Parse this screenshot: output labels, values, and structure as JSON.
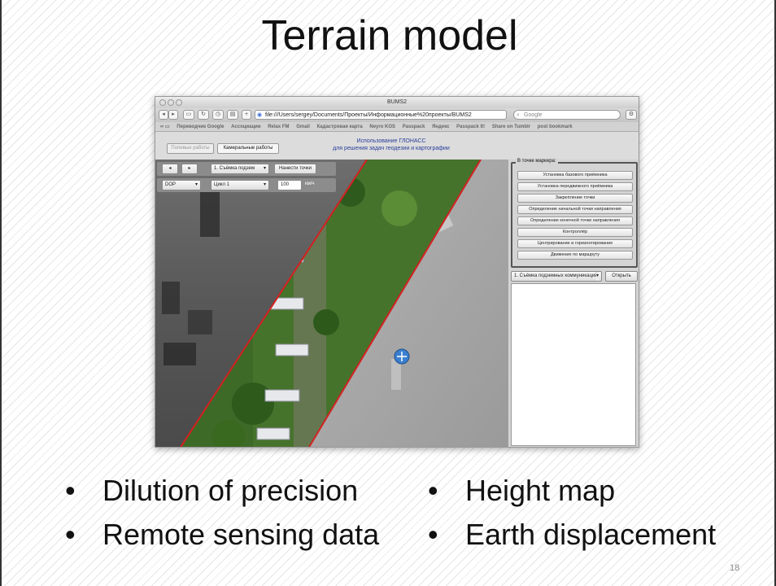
{
  "slide": {
    "title": "Terrain model",
    "page_number": "18",
    "bullets_left": [
      "Dilution of precision",
      "Remote sensing data"
    ],
    "bullets_right": [
      "Height map",
      "Earth displacement"
    ],
    "bullet_glyph": "•"
  },
  "browser": {
    "window_title": "BUMS2",
    "url": "file:///Users/sergey/Documents/Проекты/Информационные%20проекты/BUMS2",
    "search_placeholder": "Google",
    "bookmarks": [
      "Переводчик Google",
      "Ассоциации",
      "Relax FM",
      "Gmail",
      "Кадастровая карта",
      "Neyro KOS",
      "Passpack",
      "Яндекс",
      "Passpack It!",
      "Share on Tumblr",
      "post bookmark"
    ],
    "nav_icons": [
      "back-icon",
      "forward-icon",
      "sidebar-icon",
      "reload-icon",
      "history-icon",
      "bookmarks-icon",
      "add-icon"
    ]
  },
  "app": {
    "tab_field": "Полевые работы",
    "tab_office": "Камеральные работы",
    "header_line1": "Использование ГЛОНАСС",
    "header_line2": "для решения задач геодезии и картографии",
    "map_controls": {
      "prev": "◂",
      "next": "▸",
      "survey_select": "1. Съёмка подзем",
      "plot_points": "Нанести точки",
      "layer_select": "DOP",
      "cycle_select": "Цикл 1",
      "speed_value": "100",
      "speed_unit": "км/ч"
    },
    "marker_panel": {
      "legend": "В точке маркера:",
      "buttons": [
        "Установка базового приёмника",
        "Установка передвижного приёмника",
        "Закрепление точки",
        "Определение начальной точки направления",
        "Определение конечной точки направления",
        "Контроллёр",
        "Центрирование и горизонтирование",
        "Движение по маршруту"
      ]
    },
    "bottom_select": "1. Съёмка подземных коммуникаций",
    "open_button": "Открыть"
  },
  "colors": {
    "boundary_line": "#d42020",
    "header_text": "#2a3e9a",
    "vegetation": "#3b6b25",
    "gray_overlay": "#9a9a9a"
  }
}
